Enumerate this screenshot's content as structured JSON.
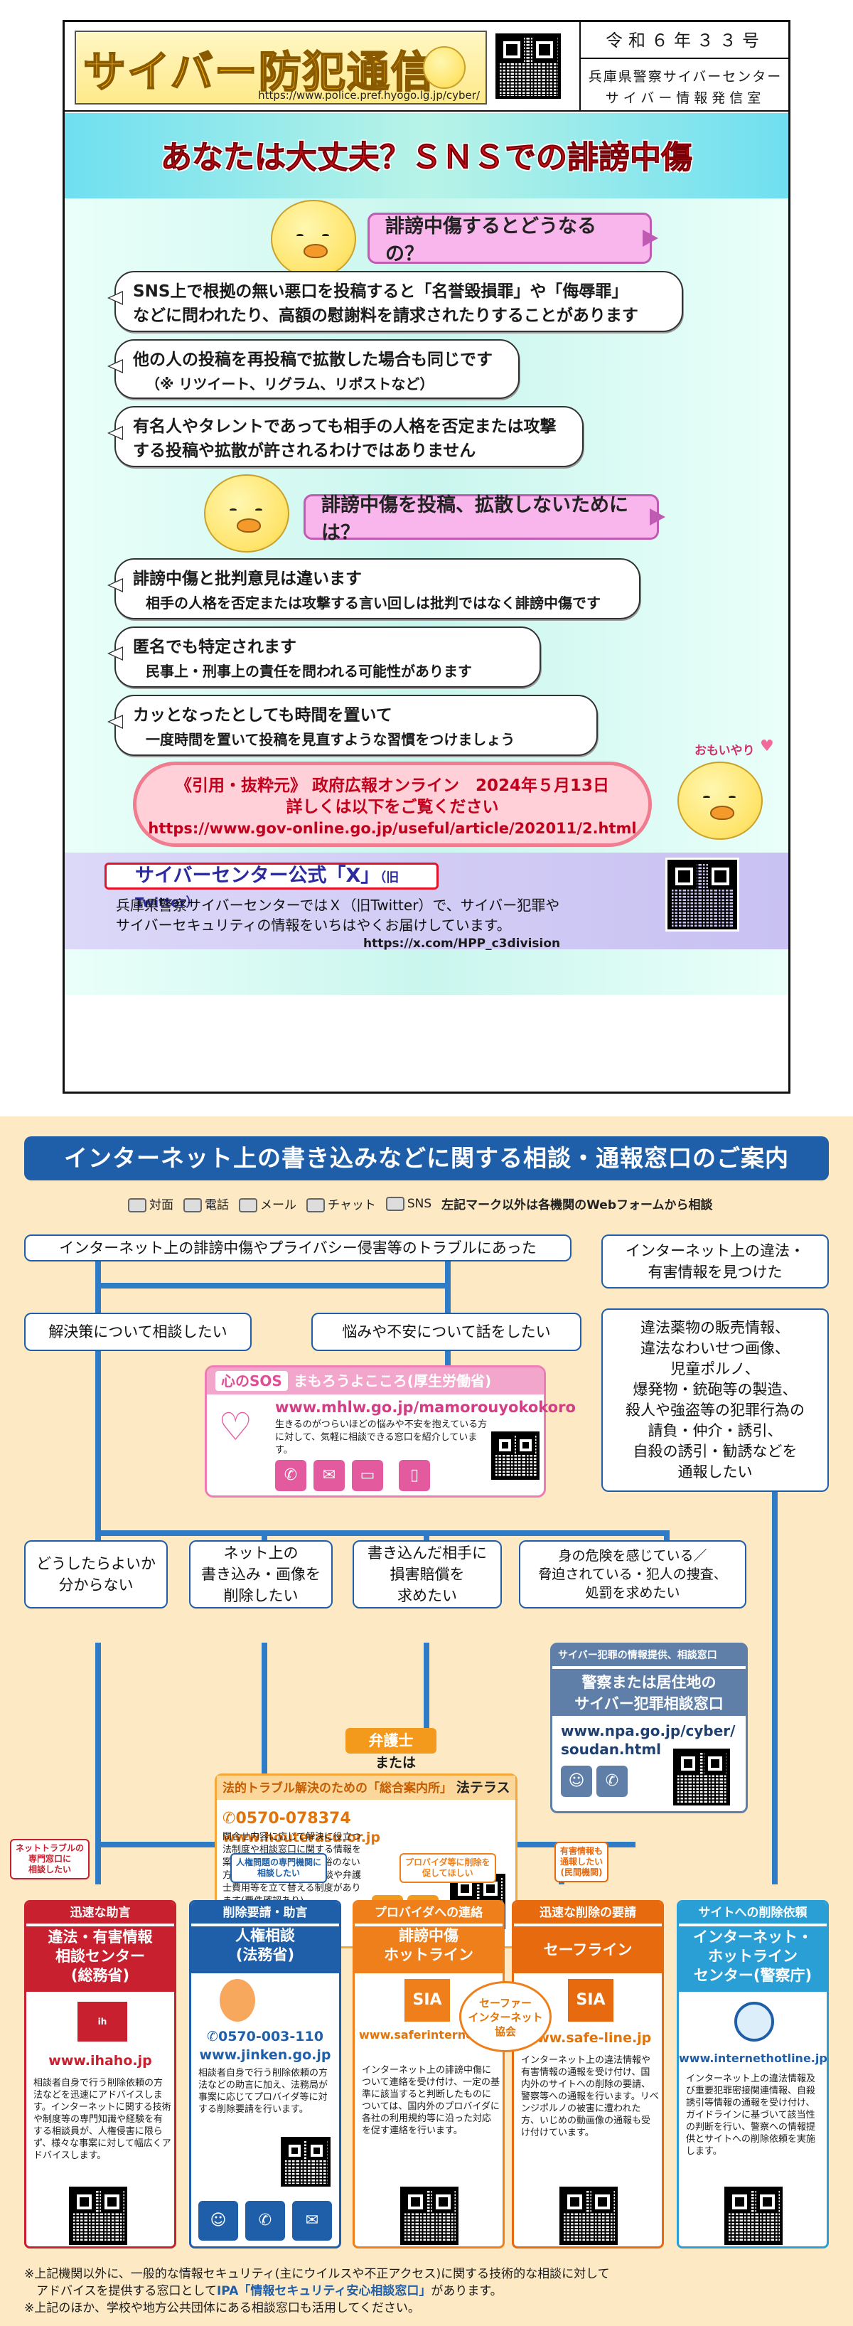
{
  "header": {
    "logo_title": "サイバー防犯通信",
    "url": "https://www.police.pref.hyogo.lg.jp/cyber/",
    "issue": "令和６年３３号",
    "org_line1": "兵庫県警察サイバーセンター",
    "org_line2": "サイバー情報発信室"
  },
  "main_title": "あなたは大丈夫？ＳＮＳでの誹謗中傷",
  "q1": "誹謗中傷するとどうなるの？",
  "a1": [
    "SNS上で根拠の無い悪口を投稿すると「名誉毀損罪」や「侮辱罪」",
    "などに問われたり、高額の慰謝料を請求されたりすることがあります"
  ],
  "a2": [
    "他の人の投稿を再投稿で拡散した場合も同じです",
    "（※ リツイート、リグラム、リポストなど）"
  ],
  "a3": [
    "有名人やタレントであっても相手の人格を否定または攻撃",
    "する投稿や拡散が許されるわけではありません"
  ],
  "q2": "誹謗中傷を投稿、拡散しないためには？",
  "b1": [
    "誹謗中傷と批判意見は違います",
    "相手の人格を否定または攻撃する言い回しは批判ではなく誹謗中傷です"
  ],
  "b2": [
    "匿名でも特定されます",
    "民事上・刑事上の責任を問われる可能性があります"
  ],
  "b3": [
    "カッとなったとしても時間を置いて",
    "一度時間を置いて投稿を見直すような習慣をつけましょう"
  ],
  "omoiyari": "おもいやり",
  "info": {
    "line1": "《引用・抜粋元》 政府広報オンライン　2024年５月13日",
    "line2": "詳しくは以下をご覧ください",
    "line3": "https://www.gov-online.go.jp/useful/article/202011/2.html"
  },
  "xband": {
    "title": "サイバーセンター公式「X」",
    "title_sub": "（旧Twitter）",
    "text1": "兵庫県警察サイバーセンターではＸ（旧Twitter）で、サイバー犯罪や",
    "text2": "サイバーセキュリティの情報をいちはやくお届けしています。",
    "url": "https://x.com/HPP_c3division"
  },
  "guide": {
    "title": "インターネット上の書き込みなどに関する相談・通報窓口のご案内",
    "legend": [
      "対面",
      "電話",
      "メール",
      "チャット",
      "SNS"
    ],
    "legend_note": "左記マーク以外は各機関のWebフォームから相談",
    "top_left": "インターネット上の誹謗中傷やプライバシー侵害等のトラブルにあった",
    "top_right": [
      "インターネット上の違法・",
      "有害情報を見つけた"
    ],
    "resolve": "解決策について相談したい",
    "worry": "悩みや不安について話をしたい",
    "illegal_list": [
      "違法薬物の販売情報、",
      "違法なわいせつ画像、",
      "児童ポルノ、",
      "爆発物・銃砲等の製造、",
      "殺人や強盗等の犯罪行為の",
      "請負・仲介・誘引、",
      "自殺の誘引・勧誘などを",
      "通報したい"
    ],
    "sos": {
      "tag": "心のSOS",
      "name": "まもろうよこころ(厚生労働省)",
      "url": "www.mhlw.go.jp/mamorouyokokoro",
      "desc": "生きるのがつらいほどの悩みや不安を抱えている方に対して、気軽に相談できる窓口を紹介しています。"
    },
    "needs": [
      [
        "どうしたらよいか",
        "分からない"
      ],
      [
        "ネット上の",
        "書き込み・画像を",
        "削除したい"
      ],
      [
        "書き込んだ相手に",
        "損害賠償を",
        "求めたい"
      ],
      [
        "身の危険を感じている／",
        "脅迫されている・犯人の捜査、",
        "処罰を求めたい"
      ]
    ],
    "lawyer": "弁護士",
    "or": "または",
    "houterasu": {
      "head": "法的トラブル解決のための「総合案内所」",
      "name": "法テラス",
      "tel": "0570-078374",
      "url": "www.houterasu.or.jp",
      "desc": "問合せ内容に応じて解決に役立つ法制度や相談窓口に関する情報を案内します。経済的に余裕のない方を対象に無料の法律相談や弁護士費用等を立て替える制度があります(要件確認あり)。"
    },
    "police": {
      "head": "サイバー犯罪の情報提供、相談窓口",
      "name1": "警察または居住地の",
      "name2": "サイバー犯罪相談窓口",
      "url1": "www.npa.go.jp/cyber/",
      "url2": "soudan.html"
    },
    "tags": {
      "trouble": [
        "ネットトラブルの",
        "専門窓口に",
        "相談したい"
      ],
      "jinken": [
        "人権問題の専門機関に",
        "相談したい"
      ],
      "provider": [
        "プロバイダ等に削除を",
        "促してほしい"
      ],
      "harmful": [
        "有害情報も",
        "通報したい",
        "(民間機関)"
      ]
    },
    "cards": [
      {
        "head": "迅速な助言",
        "name": [
          "違法・有害情報",
          "相談センター",
          "(総務省)"
        ],
        "url": "www.ihaho.jp",
        "desc": "相談者自身で行う削除依頼の方法などを迅速にアドバイスします。インターネットに関する技術や制度等の専門知識や経験を有する相談員が、人権侵害に限らず、様々な事案に対して幅広くアドバイスします。"
      },
      {
        "head": "削除要請・助言",
        "name": [
          "人権相談",
          "(法務省)"
        ],
        "tel": "0570-003-110",
        "url": "www.jinken.go.jp",
        "desc": "相談者自身で行う削除依頼の方法などの助言に加え、法務局が事案に応じてプロバイダ等に対する削除要請を行います。"
      },
      {
        "head": "プロバイダへの連絡",
        "name": [
          "誹謗中傷",
          "ホットライン"
        ],
        "url": "www.saferinternet.or.jp/bullying/",
        "desc": "インターネット上の誹謗中傷について連絡を受け付け、一定の基準に該当すると判断したものについては、国内外のプロバイダに各社の利用規約等に沿った対応を促す連絡を行います。"
      },
      {
        "head": "迅速な削除の要請",
        "name": [
          "セーフライン"
        ],
        "url": "www.safe-line.jp",
        "desc": "インターネット上の違法情報や有害情報の通報を受け付け、国内外のサイトへの削除の要請、警察等への通報を行います。リベンジポルノの被害に遭われた方、いじめの動画像の通報も受け付けています。"
      },
      {
        "head": "サイトへの削除依頼",
        "name": [
          "インターネット・",
          "ホットライン",
          "センター(警察庁)"
        ],
        "url": "www.internethotline.jp",
        "desc": "インターネット上の違法情報及び重要犯罪密接関連情報、自殺誘引等情報の通報を受け付け、ガイドラインに基づいて該当性の判断を行い、警察への情報提供とサイトへの削除依頼を実施します。"
      }
    ],
    "safer": [
      "セーファー",
      "インターネット",
      "協会"
    ],
    "footnote1": "※上記機関以外に、一般的な情報セキュリティ(主にウイルスや不正アクセス)に関する技術的な相談に対して",
    "footnote2a": "アドバイスを提供する窓口として",
    "footnote2b": "IPA「情報セキュリティ安心相談窓口」",
    "footnote2c": "があります。",
    "footnote3": "※上記のほか、学校や地方公共団体にある相談窓口も活用してください。"
  },
  "colors": {
    "title_red": "#e3131e",
    "guide_blue": "#1f5ea8",
    "card_red": "#c8202f",
    "card_blue": "#1f5ea8",
    "card_orange": "#ee7f1a",
    "card_orange2": "#e86a0e",
    "card_cyan": "#2a9fd6"
  }
}
